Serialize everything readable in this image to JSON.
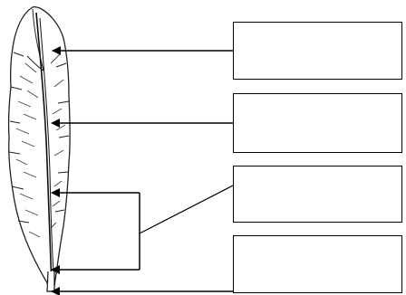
{
  "diagram": {
    "subject": "feather",
    "label_boxes": [
      {
        "id": "box-1",
        "text": ""
      },
      {
        "id": "box-2",
        "text": ""
      },
      {
        "id": "box-3",
        "text": ""
      },
      {
        "id": "box-4",
        "text": ""
      }
    ],
    "colors": {
      "line": "#000000",
      "background": "#ffffff"
    }
  }
}
